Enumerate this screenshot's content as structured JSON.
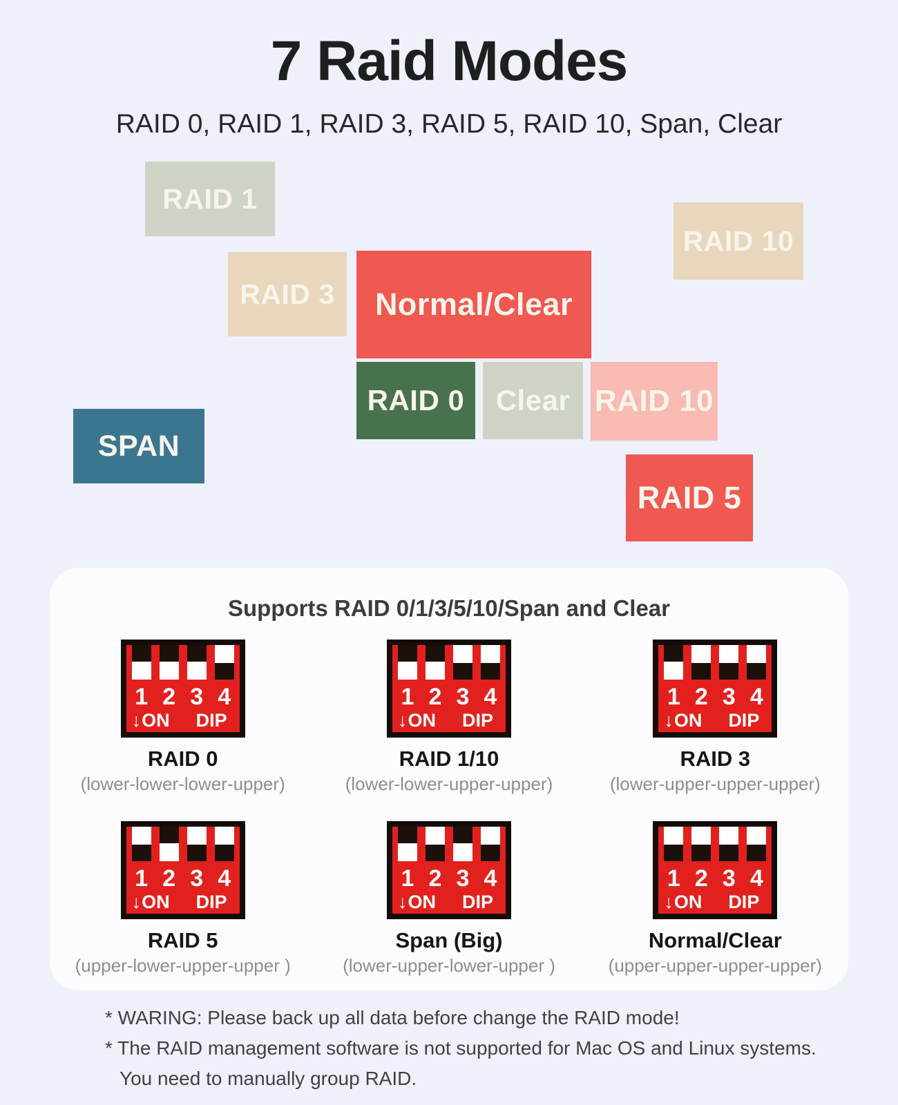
{
  "title": "7 Raid Modes",
  "subtitle": "RAID 0, RAID 1, RAID 3, RAID 5, RAID 10, Span, Clear",
  "palette": {
    "page_background": "#eef1fa",
    "card_background": "#fcfcfe",
    "coral_red": "#ef5952",
    "tan": "#e8d7bd",
    "sage_green": "#cdd4c6",
    "dark_green": "#48714e",
    "pink": "#f8bab2",
    "teal_blue": "#3b7691",
    "dip_red": "#e2211e",
    "dip_frame_black": "#150c09",
    "block_text": "#f8f4ea"
  },
  "mosaic": {
    "blocks": [
      {
        "id": "raid-1",
        "label": "RAID 1",
        "bg": "#cdd4c6",
        "fg": "#f8f4ea"
      },
      {
        "id": "raid-10-top",
        "label": "RAID 10",
        "bg": "#e8d7bd",
        "fg": "#f8f4ea"
      },
      {
        "id": "raid-3",
        "label": "RAID 3",
        "bg": "#e8d7bd",
        "fg": "#f8f4ea"
      },
      {
        "id": "normal-clear",
        "label": "Normal/Clear",
        "bg": "#ef5952",
        "fg": "#f8f4ea"
      },
      {
        "id": "raid-0",
        "label": "RAID 0",
        "bg": "#48714e",
        "fg": "#f8f4ea"
      },
      {
        "id": "clear",
        "label": "Clear",
        "bg": "#cdd4c6",
        "fg": "#f8f4ea"
      },
      {
        "id": "raid-10",
        "label": "RAID 10",
        "bg": "#f8bab2",
        "fg": "#f8f4ea"
      },
      {
        "id": "span",
        "label": "SPAN",
        "bg": "#3b7691",
        "fg": "#f8f4ea"
      },
      {
        "id": "raid-5",
        "label": "RAID 5",
        "bg": "#ef5952",
        "fg": "#f8f4ea"
      }
    ]
  },
  "card": {
    "heading": "Supports RAID 0/1/3/5/10/Span and Clear",
    "switch_numbers": [
      "1",
      "2",
      "3",
      "4"
    ],
    "arrow": "↓",
    "on_label": "ON",
    "dip_label": "DIP",
    "modes": [
      {
        "name": "RAID 0",
        "positions": [
          "lower",
          "lower",
          "lower",
          "upper"
        ],
        "caption": "(lower-lower-lower-upper)"
      },
      {
        "name": "RAID 1/10",
        "positions": [
          "lower",
          "lower",
          "upper",
          "upper"
        ],
        "caption": "(lower-lower-upper-upper)"
      },
      {
        "name": "RAID 3",
        "positions": [
          "lower",
          "upper",
          "upper",
          "upper"
        ],
        "caption": "(lower-upper-upper-upper)"
      },
      {
        "name": "RAID 5",
        "positions": [
          "upper",
          "lower",
          "upper",
          "upper"
        ],
        "caption": "(upper-lower-upper-upper )"
      },
      {
        "name": "Span (Big)",
        "positions": [
          "lower",
          "upper",
          "lower",
          "upper"
        ],
        "caption": "(lower-upper-lower-upper )"
      },
      {
        "name": "Normal/Clear",
        "positions": [
          "upper",
          "upper",
          "upper",
          "upper"
        ],
        "caption": "(upper-upper-upper-upper)"
      }
    ]
  },
  "footnotes": [
    {
      "text": "* WARING: Please back up all data before change the RAID mode!",
      "indent": false
    },
    {
      "text": "* The RAID management software is not supported for Mac OS and Linux systems.",
      "indent": false
    },
    {
      "text": "You need to manually group RAID.",
      "indent": true
    }
  ]
}
